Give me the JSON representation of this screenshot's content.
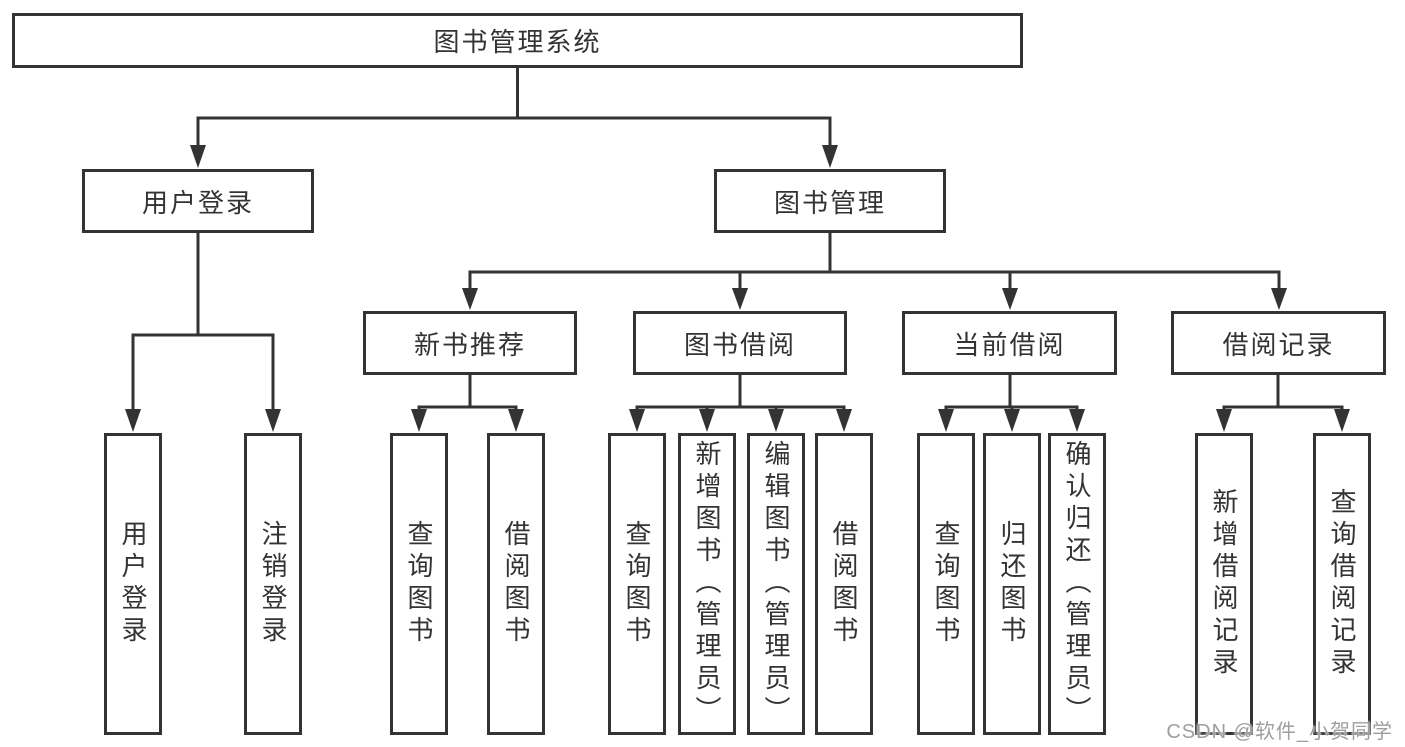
{
  "diagram": {
    "title": "图书管理系统",
    "level2": {
      "user_login": "用户登录",
      "book_management": "图书管理"
    },
    "level3": {
      "new_book_recommend": "新书推荐",
      "book_borrowing": "图书借阅",
      "current_borrowing": "当前借阅",
      "borrowing_records": "借阅记录"
    },
    "leaves": {
      "user_login": "用户登录",
      "logout": "注销登录",
      "recommend_query_books": "查询图书",
      "recommend_borrow_books": "借阅图书",
      "borrowing_query_books": "查询图书",
      "borrowing_add_books_admin": "新增图书（管理员）",
      "borrowing_edit_books_admin": "编辑图书（管理员）",
      "borrowing_borrow_books": "借阅图书",
      "current_query_books": "查询图书",
      "current_return_books": "归还图书",
      "current_confirm_return_admin": "确认归还（管理员）",
      "records_add_record": "新增借阅记录",
      "records_query_record": "查询借阅记录"
    },
    "watermark": "CSDN @软件_小贺同学",
    "colors": {
      "line": "#333333",
      "text": "#333333",
      "background": "#ffffff",
      "watermark": "#9e9e9e"
    }
  }
}
